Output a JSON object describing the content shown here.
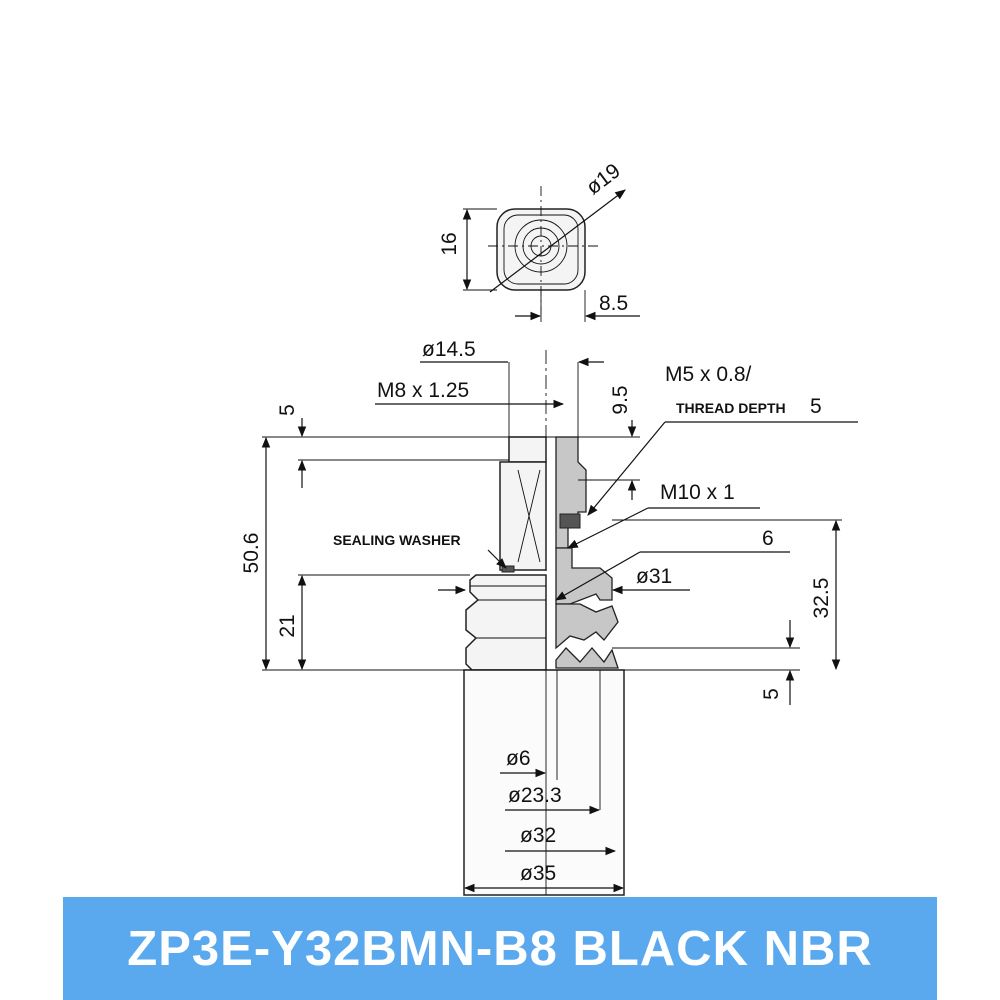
{
  "drawing": {
    "dims": {
      "top_dia": "ø19",
      "top_height": "16",
      "top_width": "8.5",
      "dia_14_5": "ø14.5",
      "m8": "M8 x 1.25",
      "dim_5_top": "5",
      "dim_9_5": "9.5",
      "m5": "M5 x 0.8/",
      "thread_depth_label": "THREAD DEPTH",
      "thread_depth_value": "5",
      "m10": "M10 x 1",
      "dim_6": "6",
      "dia_31": "ø31",
      "dim_50_6": "50.6",
      "dim_21": "21",
      "dim_32_5": "32.5",
      "dim_5_bottom": "5",
      "dia_6": "ø6",
      "dia_23_3": "ø23.3",
      "dia_32": "ø32",
      "dia_35": "ø35"
    },
    "sealing_washer": "SEALING WASHER"
  },
  "banner": {
    "text": "ZP3E-Y32BMN-B8 BLACK NBR",
    "color": "#5aa9ee"
  }
}
